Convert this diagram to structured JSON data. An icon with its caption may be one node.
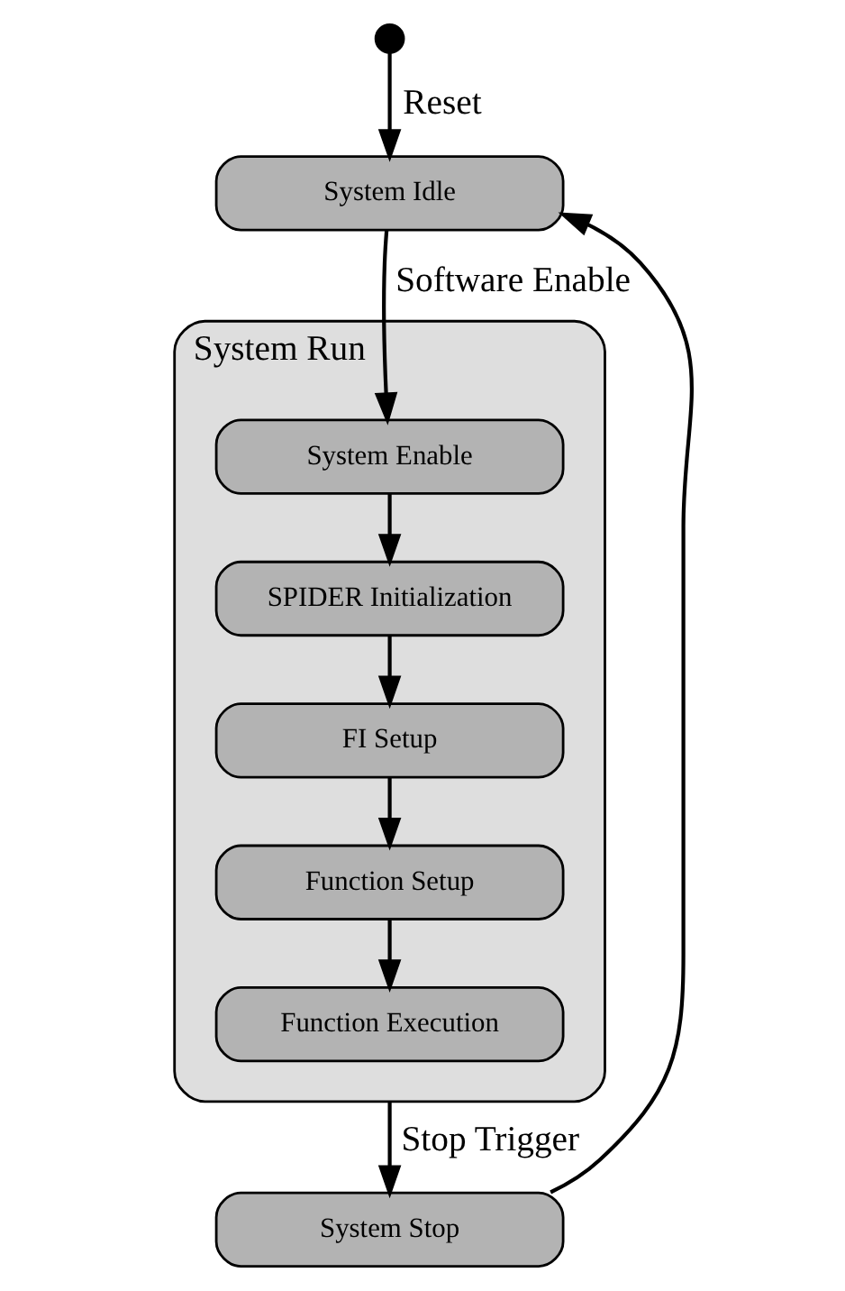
{
  "diagram": {
    "nodes": [
      {
        "text": [],
        "shape": "circle"
      },
      {
        "text": [
          "System Idle"
        ]
      },
      {
        "text": [
          "System Run"
        ]
      },
      {
        "text": [
          "System Enable"
        ],
        "in": 2
      },
      {
        "text": [
          "SPIDER Initialization"
        ],
        "in": 2
      },
      {
        "text": [
          "FI Setup"
        ],
        "in": 2
      },
      {
        "text": [
          "Function Setup"
        ],
        "in": 2
      },
      {
        "text": [
          "Function Execution"
        ],
        "in": 2
      },
      {
        "text": [
          "System Stop"
        ]
      }
    ],
    "edges": [
      {
        "from": 0,
        "to": 1,
        "arrow": "to",
        "label": "Reset"
      },
      {
        "from": 1,
        "to": 3,
        "arrow": "to",
        "label": "Software Enable"
      },
      {
        "from": 3,
        "to": 4,
        "arrow": "to"
      },
      {
        "from": 4,
        "to": 5,
        "arrow": "to"
      },
      {
        "from": 5,
        "to": 6,
        "arrow": "to"
      },
      {
        "from": 6,
        "to": 7,
        "arrow": "to"
      },
      {
        "from": 2,
        "to": 8,
        "arrow": "to",
        "label": "Stop Trigger"
      },
      {
        "from": 8,
        "to": 1,
        "arrow": "to"
      }
    ]
  }
}
